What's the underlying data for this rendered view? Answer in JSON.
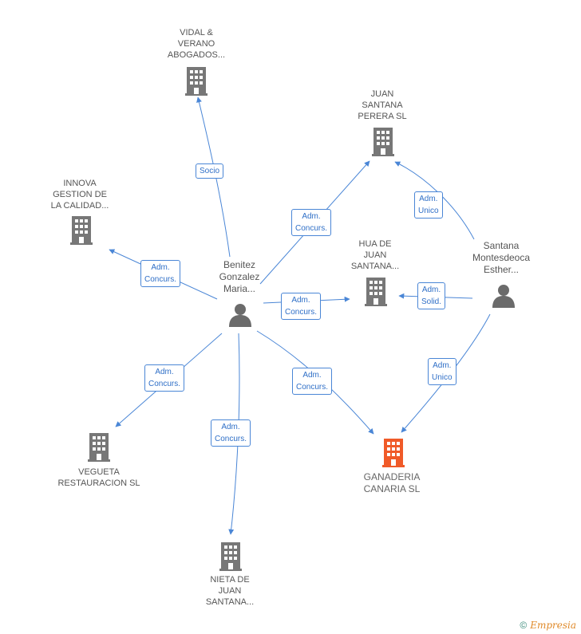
{
  "nodes": {
    "vidal": {
      "lines": [
        "VIDAL &",
        "VERANO",
        "ABOGADOS..."
      ],
      "kind": "company"
    },
    "juan_santana_perera": {
      "lines": [
        "JUAN",
        "SANTANA",
        "PERERA SL"
      ],
      "kind": "company"
    },
    "innova": {
      "lines": [
        "INNOVA",
        "GESTION DE",
        "LA CALIDAD..."
      ],
      "kind": "company"
    },
    "benitez": {
      "lines": [
        "Benitez",
        "Gonzalez",
        "Maria..."
      ],
      "kind": "person"
    },
    "hua": {
      "lines": [
        "HUA DE",
        "JUAN",
        "SANTANA..."
      ],
      "kind": "company"
    },
    "santana_montesdeoca": {
      "lines": [
        "Santana",
        "Montesdeoca",
        "Esther..."
      ],
      "kind": "person"
    },
    "vegueta": {
      "lines": [
        "VEGUETA",
        "RESTAURACION SL"
      ],
      "kind": "company"
    },
    "ganaderia": {
      "lines": [
        "GANADERIA",
        "CANARIA SL"
      ],
      "kind": "company-focus"
    },
    "nieta": {
      "lines": [
        "NIETA DE",
        "JUAN",
        "SANTANA..."
      ],
      "kind": "company"
    }
  },
  "edges": {
    "socio": [
      "Socio"
    ],
    "adm_concurs_jsp": [
      "Adm.",
      "Concurs."
    ],
    "adm_unico_jsp": [
      "Adm.",
      "Unico"
    ],
    "adm_concurs_innova": [
      "Adm.",
      "Concurs."
    ],
    "adm_concurs_hua": [
      "Adm.",
      "Concurs."
    ],
    "adm_solid_hua": [
      "Adm.",
      "Solid."
    ],
    "adm_concurs_vegueta": [
      "Adm.",
      "Concurs."
    ],
    "adm_concurs_ganaderia": [
      "Adm.",
      "Concurs."
    ],
    "adm_unico_ganaderia": [
      "Adm.",
      "Unico"
    ],
    "adm_concurs_nieta": [
      "Adm.",
      "Concurs."
    ]
  },
  "colors": {
    "edge": "#4a86d6",
    "company_icon": "#777777",
    "focus_icon": "#f05a28",
    "person_icon": "#6b6b6b"
  },
  "footer": {
    "copyright": "©",
    "brand": "Empresia"
  }
}
